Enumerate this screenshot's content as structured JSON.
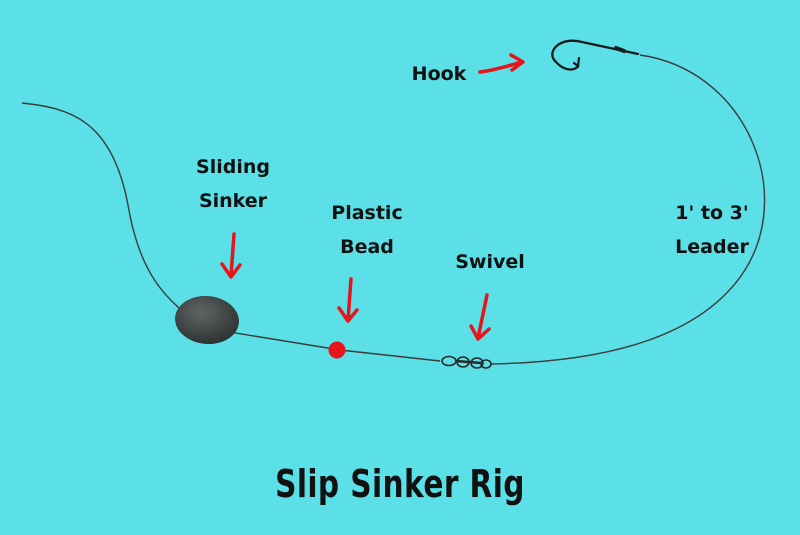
{
  "labels": {
    "hook": "Hook",
    "sliding_sinker_line1": "Sliding",
    "sliding_sinker_line2": "Sinker",
    "plastic_bead_line1": "Plastic",
    "plastic_bead_line2": "Bead",
    "swivel": "Swivel",
    "leader_line1": "1' to 3'",
    "leader_line2": "Leader"
  },
  "title": "Slip Sinker Rig",
  "colors": {
    "background": "#5ae0e6",
    "arrow": "#e8141b",
    "line": "#3b3b3b",
    "sinker": "#3d4141",
    "bead": "#e8141b"
  }
}
